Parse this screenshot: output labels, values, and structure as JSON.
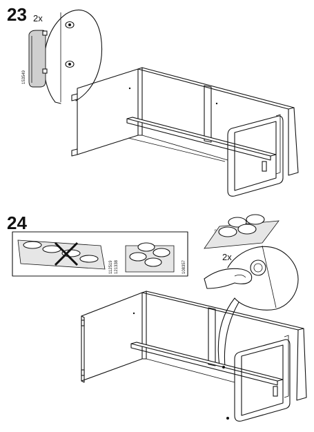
{
  "steps": [
    {
      "number": "23",
      "quantity": "2x",
      "part_numbers": [
        "153549"
      ]
    },
    {
      "number": "24",
      "quantity": "2x",
      "part_numbers": [
        "112519",
        "121338",
        "108357",
        "108357"
      ]
    }
  ]
}
